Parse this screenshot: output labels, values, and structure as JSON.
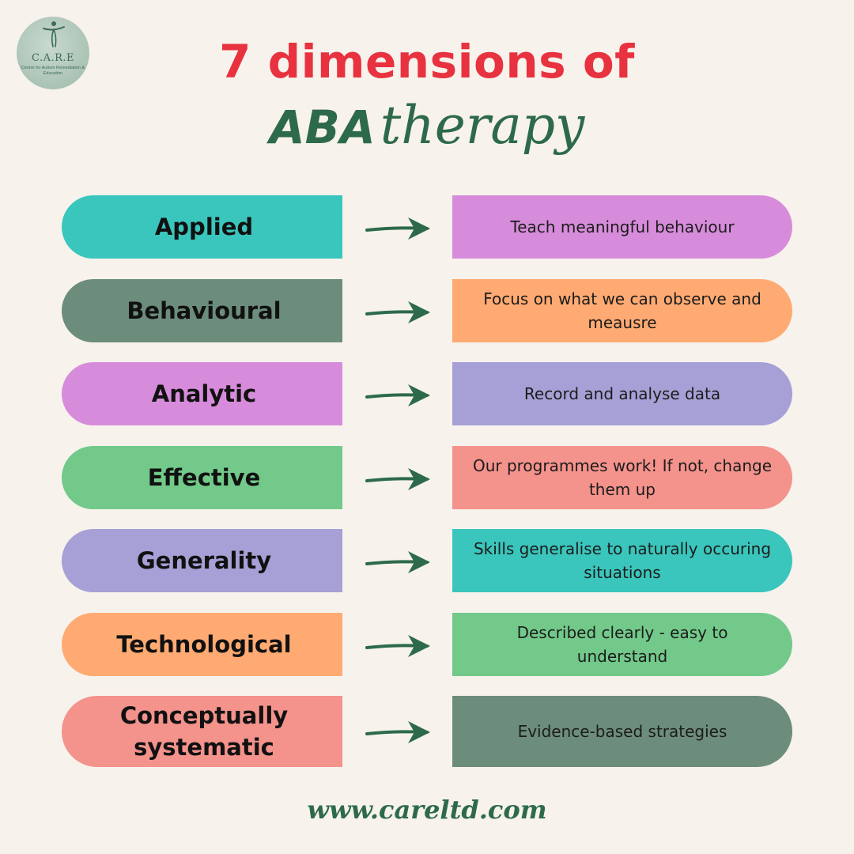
{
  "logo": {
    "name": "C.A.R.E",
    "subtitle": "Centre for Autism Remediation & Education"
  },
  "title": {
    "line1": "7 dimensions of",
    "line2_bold": "ABA",
    "line2_script": "therapy"
  },
  "colors": {
    "background": "#f7f2ec",
    "title_red": "#e8323f",
    "title_green": "#2d6a4b",
    "arrow": "#2d6a4b"
  },
  "dimensions": [
    {
      "name": "Applied",
      "description": "Teach meaningful behaviour",
      "name_color": "#3ac6bc",
      "desc_color": "#d78cdb"
    },
    {
      "name": "Behavioural",
      "description": "Focus on what we can observe and meausre",
      "name_color": "#6c8d7b",
      "desc_color": "#feaa72"
    },
    {
      "name": "Analytic",
      "description": "Record and analyse data",
      "name_color": "#d78cdb",
      "desc_color": "#a6a0d6"
    },
    {
      "name": "Effective",
      "description": "Our programmes work! If not, change them up",
      "name_color": "#72c98a",
      "desc_color": "#f4928c"
    },
    {
      "name": "Generality",
      "description": "Skills generalise to naturally occuring situations",
      "name_color": "#a6a0d6",
      "desc_color": "#3ac6bc"
    },
    {
      "name": "Technological",
      "description": "Described clearly -  easy to understand",
      "name_color": "#feaa72",
      "desc_color": "#72c98a"
    },
    {
      "name": "Conceptually systematic",
      "description": "Evidence-based strategies",
      "name_color": "#f4928c",
      "desc_color": "#6c8d7b"
    }
  ],
  "footer": {
    "url": "www.careltd.com"
  }
}
